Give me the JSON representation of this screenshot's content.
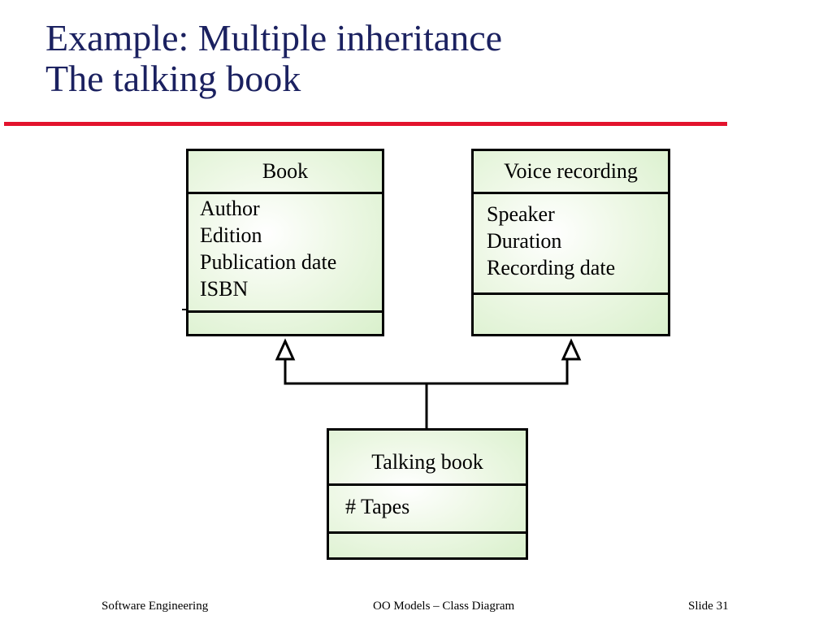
{
  "slide": {
    "title_line1": "Example: Multiple inheritance",
    "title_line2": "The talking book",
    "accent_color": "#e3132d",
    "title_color": "#1b2160"
  },
  "diagram": {
    "book": {
      "name": "Book",
      "attributes": [
        "Author",
        "Edition",
        "Publication date",
        "ISBN"
      ]
    },
    "voice_recording": {
      "name": "Voice recording",
      "attributes": [
        "Speaker",
        "Duration",
        "Recording date"
      ]
    },
    "talking_book": {
      "name": "Talking book",
      "attributes": [
        "# Tapes"
      ]
    },
    "relations": [
      {
        "from": "Talking book",
        "to": "Book",
        "type": "generalization"
      },
      {
        "from": "Talking book",
        "to": "Voice recording",
        "type": "generalization"
      }
    ]
  },
  "footer": {
    "left": "Software Engineering",
    "center": "OO Models – Class Diagram",
    "right": "Slide  31"
  }
}
